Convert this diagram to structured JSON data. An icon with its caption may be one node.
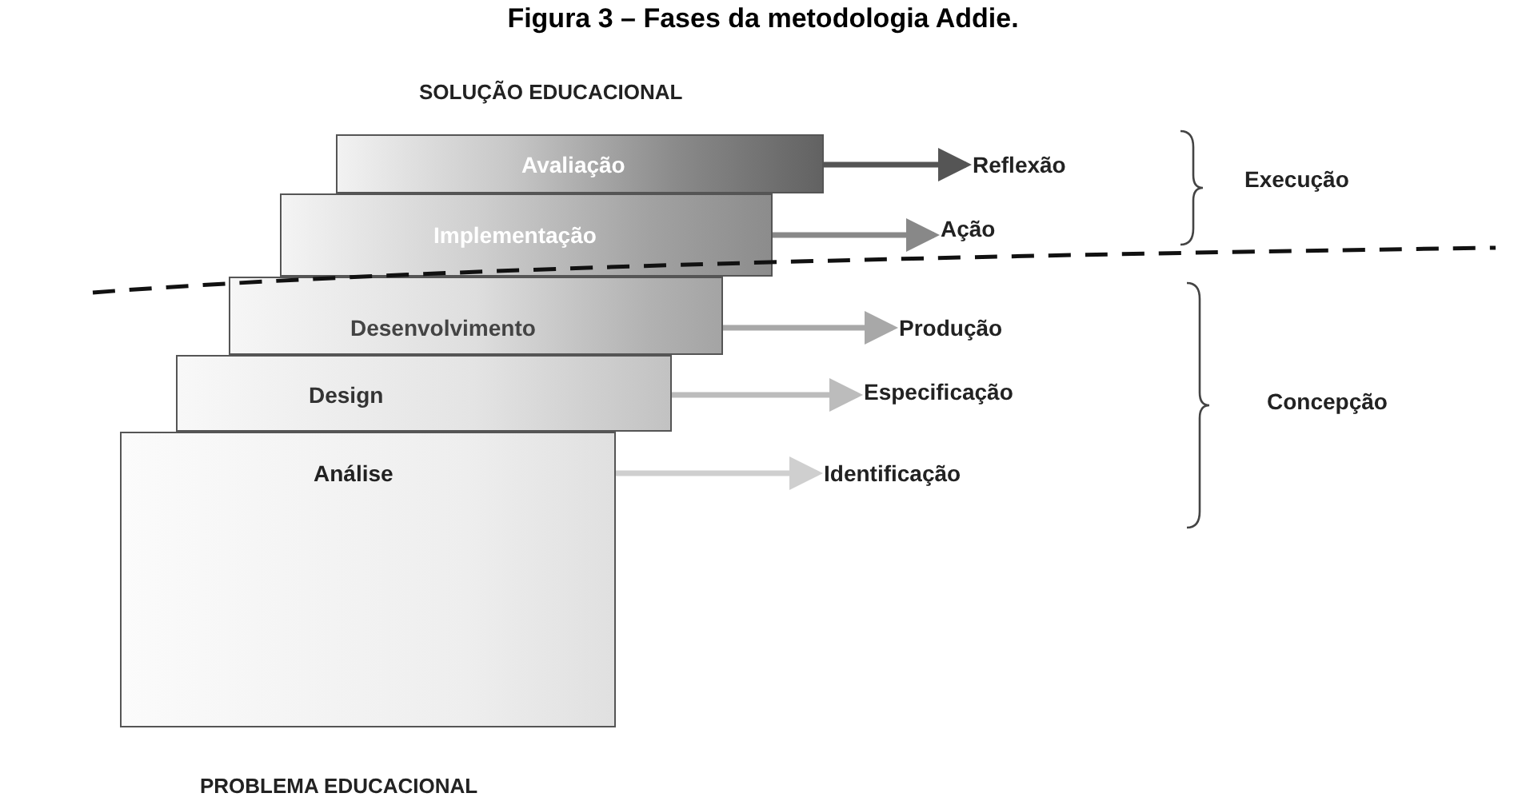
{
  "diagram": {
    "title": "Figura 3 – Fases da metodologia Addie.",
    "nodes": [
      {
        "text": [
          "Avaliação"
        ]
      },
      {
        "text": [
          "Reflexão"
        ]
      },
      {
        "text": [
          "Implementação"
        ]
      },
      {
        "text": [
          "Ação"
        ]
      },
      {
        "text": [
          "Desenvolvimento"
        ]
      },
      {
        "text": [
          "Produção"
        ]
      },
      {
        "text": [
          "Design"
        ]
      },
      {
        "text": [
          "Especificação"
        ]
      },
      {
        "text": [
          "Análise"
        ]
      },
      {
        "text": [
          "Identificação"
        ]
      }
    ],
    "edges": [
      {
        "from": 0,
        "to": 1,
        "arrow": "to",
        "color": "#555555"
      },
      {
        "from": 2,
        "to": 3,
        "arrow": "to",
        "color": "#888888"
      },
      {
        "from": 4,
        "to": 5,
        "arrow": "to",
        "color": "#a8a8a8"
      },
      {
        "from": 6,
        "to": 7,
        "arrow": "to",
        "color": "#bcbcbc"
      },
      {
        "from": 8,
        "to": 9,
        "arrow": "to",
        "color": "#cfcfcf"
      }
    ],
    "labels": [
      "SOLUÇÃO EDUCACIONAL",
      "Execução",
      "Concepção",
      "PROBLEMA EDUCACIONAL"
    ]
  }
}
